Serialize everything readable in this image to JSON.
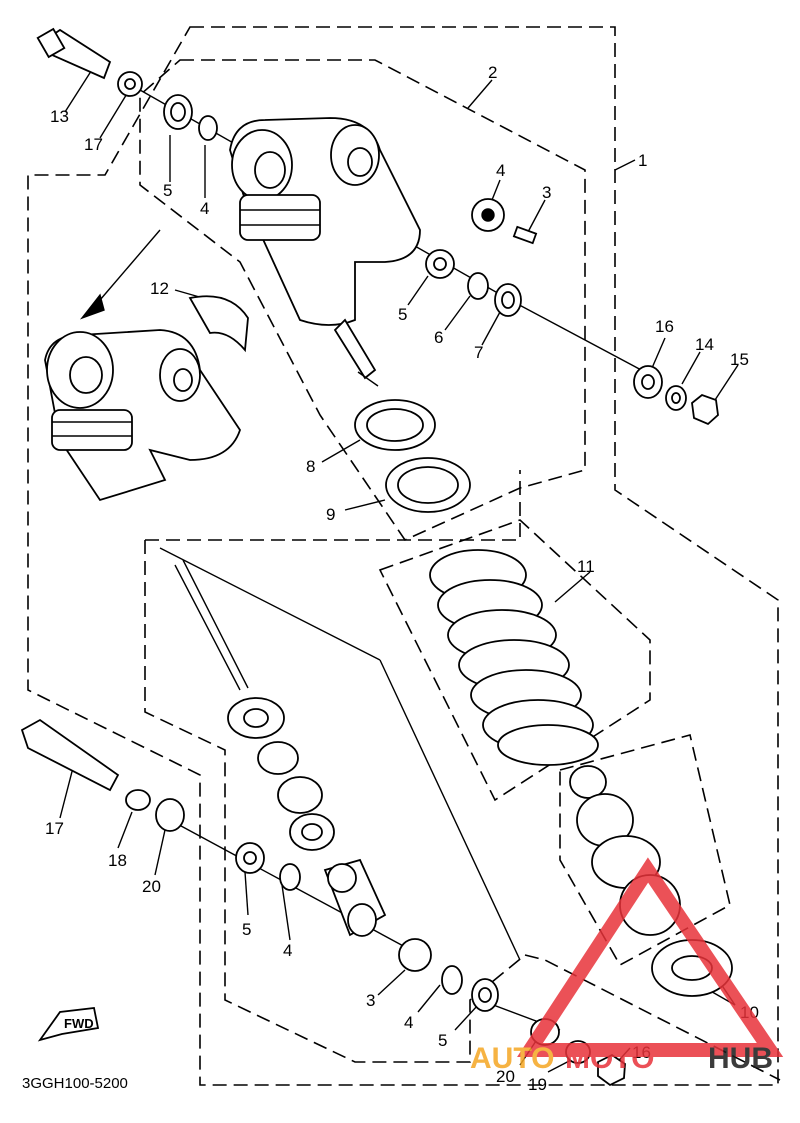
{
  "diagram": {
    "code": "3GGH100-5200",
    "fwd_label": "FWD",
    "callouts": {
      "c1": "1",
      "c2": "2",
      "c3a": "3",
      "c3b": "3",
      "c4a": "4",
      "c4b": "4",
      "c4c": "4",
      "c4d": "4",
      "c5a": "5",
      "c5b": "5",
      "c5c": "5",
      "c5d": "5",
      "c6": "6",
      "c7": "7",
      "c8": "8",
      "c9": "9",
      "c10": "10",
      "c11": "11",
      "c12": "12",
      "c13": "13",
      "c14": "14",
      "c15": "15",
      "c16a": "16",
      "c16b": "16",
      "c17a": "17",
      "c17b": "17",
      "c18": "18",
      "c19": "19",
      "c20a": "20",
      "c20b": "20"
    }
  },
  "watermark": {
    "word_a": "AUTO",
    "word_b": "MOTO",
    "word_c": "HUB",
    "color_red": "#e8323a",
    "color_orange": "#f5a623",
    "color_dark": "#1a1a1a"
  }
}
